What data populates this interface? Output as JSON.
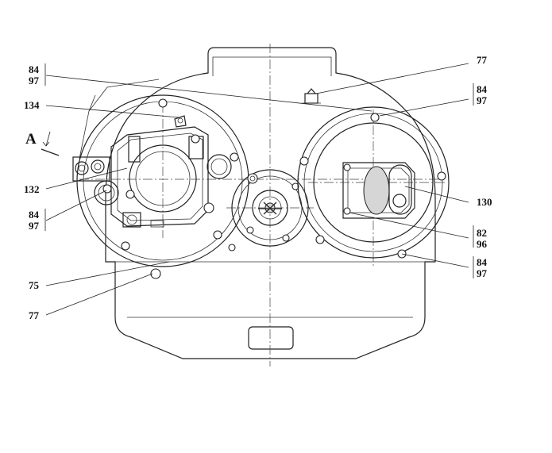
{
  "callouts": {
    "c_84_97_top_left": {
      "top": "84",
      "bottom": "97"
    },
    "c_77_top_right": "77",
    "c_134": "134",
    "c_84_97_top_right": {
      "top": "84",
      "bottom": "97"
    },
    "view_a": "A",
    "c_132": "132",
    "c_130": "130",
    "c_84_97_mid_left": {
      "top": "84",
      "bottom": "97"
    },
    "c_82_96": {
      "top": "82",
      "bottom": "96"
    },
    "c_84_97_bottom_right": {
      "top": "84",
      "bottom": "97"
    },
    "c_75": "75",
    "c_77_bottom_left": "77"
  }
}
